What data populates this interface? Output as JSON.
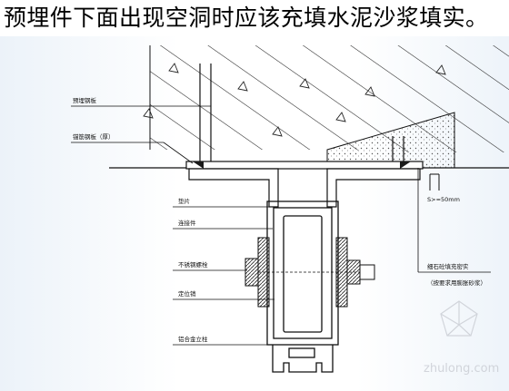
{
  "caption": "预埋件下面出现空洞时应该充填水泥沙浆填实。",
  "labels": {
    "embedded_plate_top": "预埋钢板",
    "anchor_bar": "锚筋钢板（厚）",
    "gasket": "垫片",
    "angle_steel": "连接件",
    "bolt": "不锈钢螺栓",
    "pin": "定位销",
    "aluminum_profile": "铝合金立柱",
    "mortar_note_1": "细石砼填充密实",
    "mortar_note_2": "（按要求用膨胀砂浆）",
    "gap_note": "S>=50mm"
  },
  "watermark": {
    "text": "zhulong.com"
  },
  "colors": {
    "line": "#111111",
    "mortar_fill": "#f2f2f2",
    "weld_fill": "#1a1a1a",
    "watermark": "#c9ccd3"
  }
}
